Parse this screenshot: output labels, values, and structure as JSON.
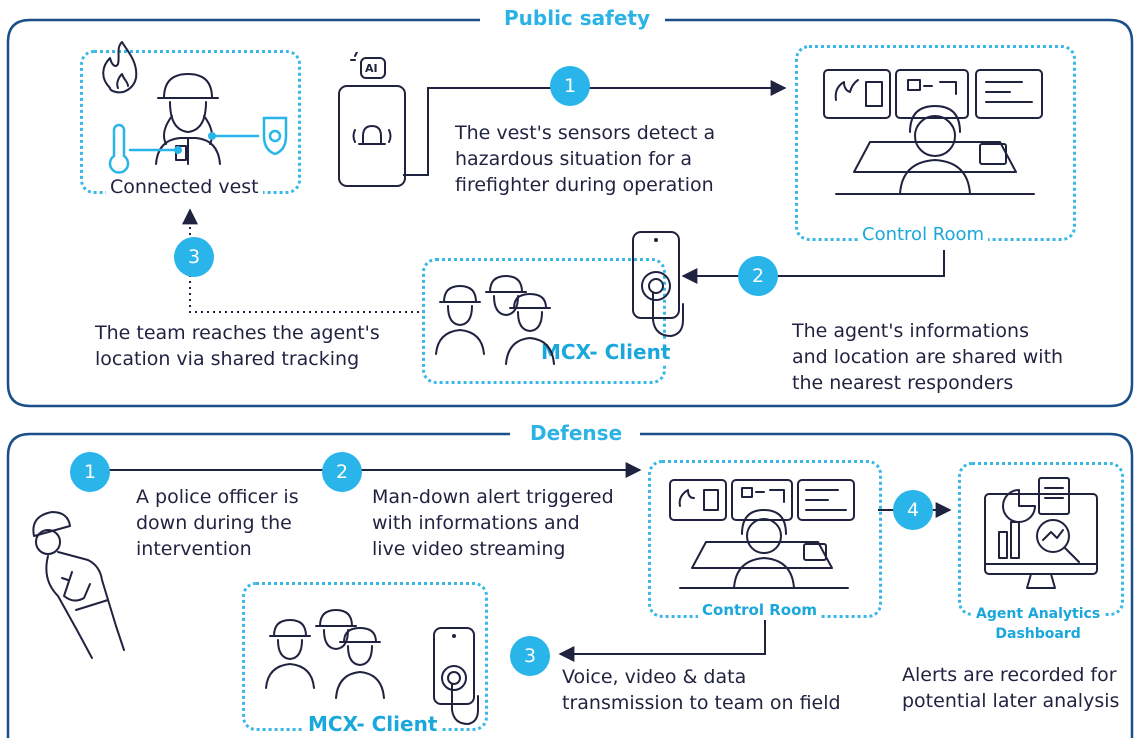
{
  "public_safety": {
    "title": "Public safety",
    "vest_label": "Connected vest",
    "ai_badge": "AI",
    "control_room_label": "Control Room",
    "client_label": "MCX- Client",
    "steps": [
      {
        "number": "1",
        "text": "The vest's sensors detect a\nhazardous situation for a\nfirefighter during operation"
      },
      {
        "number": "2",
        "text": "The agent's informations\nand location are shared with\nthe nearest responders"
      },
      {
        "number": "3",
        "text": "The team reaches the agent's\nlocation via shared tracking"
      }
    ]
  },
  "defense": {
    "title": "Defense",
    "control_room_label": "Control Room",
    "dashboard_label": "Agent Analytics\nDashboard",
    "client_label": "MCX- Client",
    "steps": [
      {
        "number": "1",
        "text": "A police officer is\ndown during the\nintervention"
      },
      {
        "number": "2",
        "text": "Man-down alert triggered\nwith informations and\nlive video streaming"
      },
      {
        "number": "3",
        "text": "Voice, video & data\ntransmission to team on field"
      },
      {
        "number": "4",
        "text": "Alerts are recorded for\npotential later analysis"
      }
    ]
  },
  "colors": {
    "accent": "#29b5ea",
    "ink": "#1f2340",
    "frame": "#1b4f8a"
  },
  "icons": [
    "fire-icon",
    "firefighter-icon",
    "thermometer-icon",
    "vest-sensor-icon",
    "smartphone-alarm-icon",
    "ai-icon",
    "control-room-operator-icon",
    "team-icon",
    "touch-phone-icon",
    "police-officer-down-icon",
    "analytics-monitor-icon"
  ]
}
